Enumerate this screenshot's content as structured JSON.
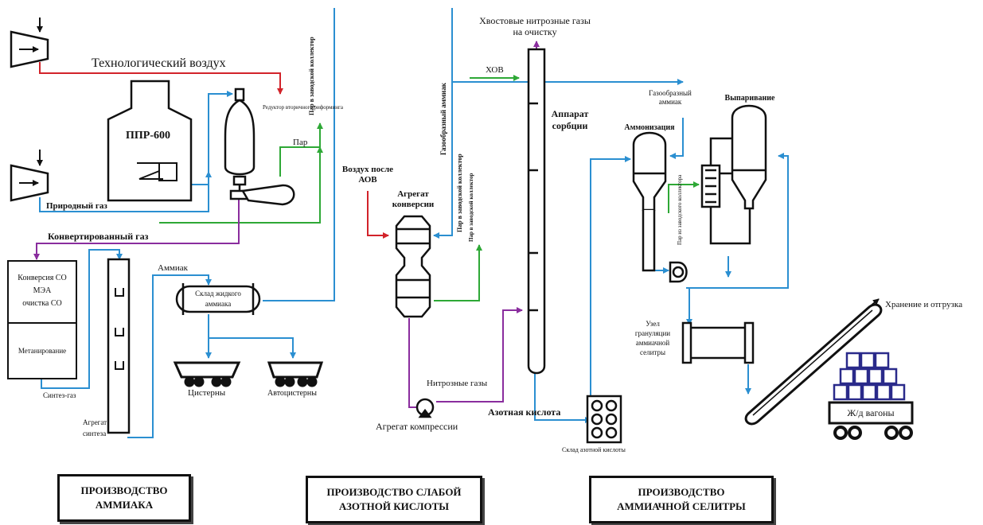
{
  "colors": {
    "air": "#d2232a",
    "water": "#2b8fd1",
    "steam": "#2ea836",
    "gas": "#8a2d9e",
    "equipment": "#111111",
    "wagon_cargo": "#2a2a8a"
  },
  "labels": {
    "tech_air": "Технологический воздух",
    "ppr600": "ППР-600",
    "secondary_reformer": "Редуктор вторичного риформинга",
    "steam_to_collector_1": "Пар в заводской коллектор",
    "steam": "Пар",
    "natural_gas": "Природный газ",
    "converted_gas": "Конвертированный газ",
    "co_conversion_line1": "Конверсия СО",
    "co_conversion_line2": "МЭА",
    "co_conversion_line3": "очистка СО",
    "methanation": "Метанирование",
    "synthesis_gas": "Синтез-газ",
    "synthesis_unit_line1": "Агрегат",
    "synthesis_unit_line2": "синтеза",
    "ammonia": "Аммиак",
    "liquid_ammonia_store_line1": "Склад жидкого",
    "liquid_ammonia_store_line2": "аммиака",
    "tanks": "Цистерны",
    "auto_tanks": "Автоцистерны",
    "air_after_aov_line1": "Воздух после",
    "air_after_aov_line2": "АОВ",
    "gaseous_ammonia_vertical": "Газообразный аммиак",
    "conversion_unit_line1": "Агрегат",
    "conversion_unit_line2": "конверсии",
    "steam_to_collector_2": "Пар в заводской коллектор",
    "steam_to_collector_3": "Пар в заводской коллектор",
    "tail_gases_line1": "Хвостовые нитрозные газы",
    "tail_gases_line2": "на очистку",
    "hov": "ХОВ",
    "absorption_line1": "Аппарат",
    "absorption_line2": "сорбции",
    "nitrous_gases": "Нитрозные газы",
    "compressor_unit": "Агрегат компрессии",
    "nitric_acid": "Азотная кислота",
    "nitric_acid_store": "Склад азотной кислоты",
    "gaseous_ammonia_line1": "Газообразный",
    "gaseous_ammonia_line2": "аммиак",
    "evaporation": "Выпаривание",
    "ammonization": "Аммонизация",
    "steam_from_collector": "Пар из заводского коллектора",
    "granulation_line1": "Узел",
    "granulation_line2": "грануляции",
    "granulation_line3": "аммиачной",
    "granulation_line4": "селитры",
    "storage_shipping": "Хранение и отгрузка",
    "rail_wagons": "Ж/д вагоны"
  },
  "sections": {
    "ammonia": [
      "ПРОИЗВОДСТВО",
      "АММИАКА"
    ],
    "nitric_acid": [
      "ПРОИЗВОДСТВО СЛАБОЙ",
      "АЗОТНОЙ КИСЛОТЫ"
    ],
    "ammonium_nitrate": [
      "ПРОИЗВОДСТВО",
      "АММИАЧНОЙ СЕЛИТРЫ"
    ]
  }
}
